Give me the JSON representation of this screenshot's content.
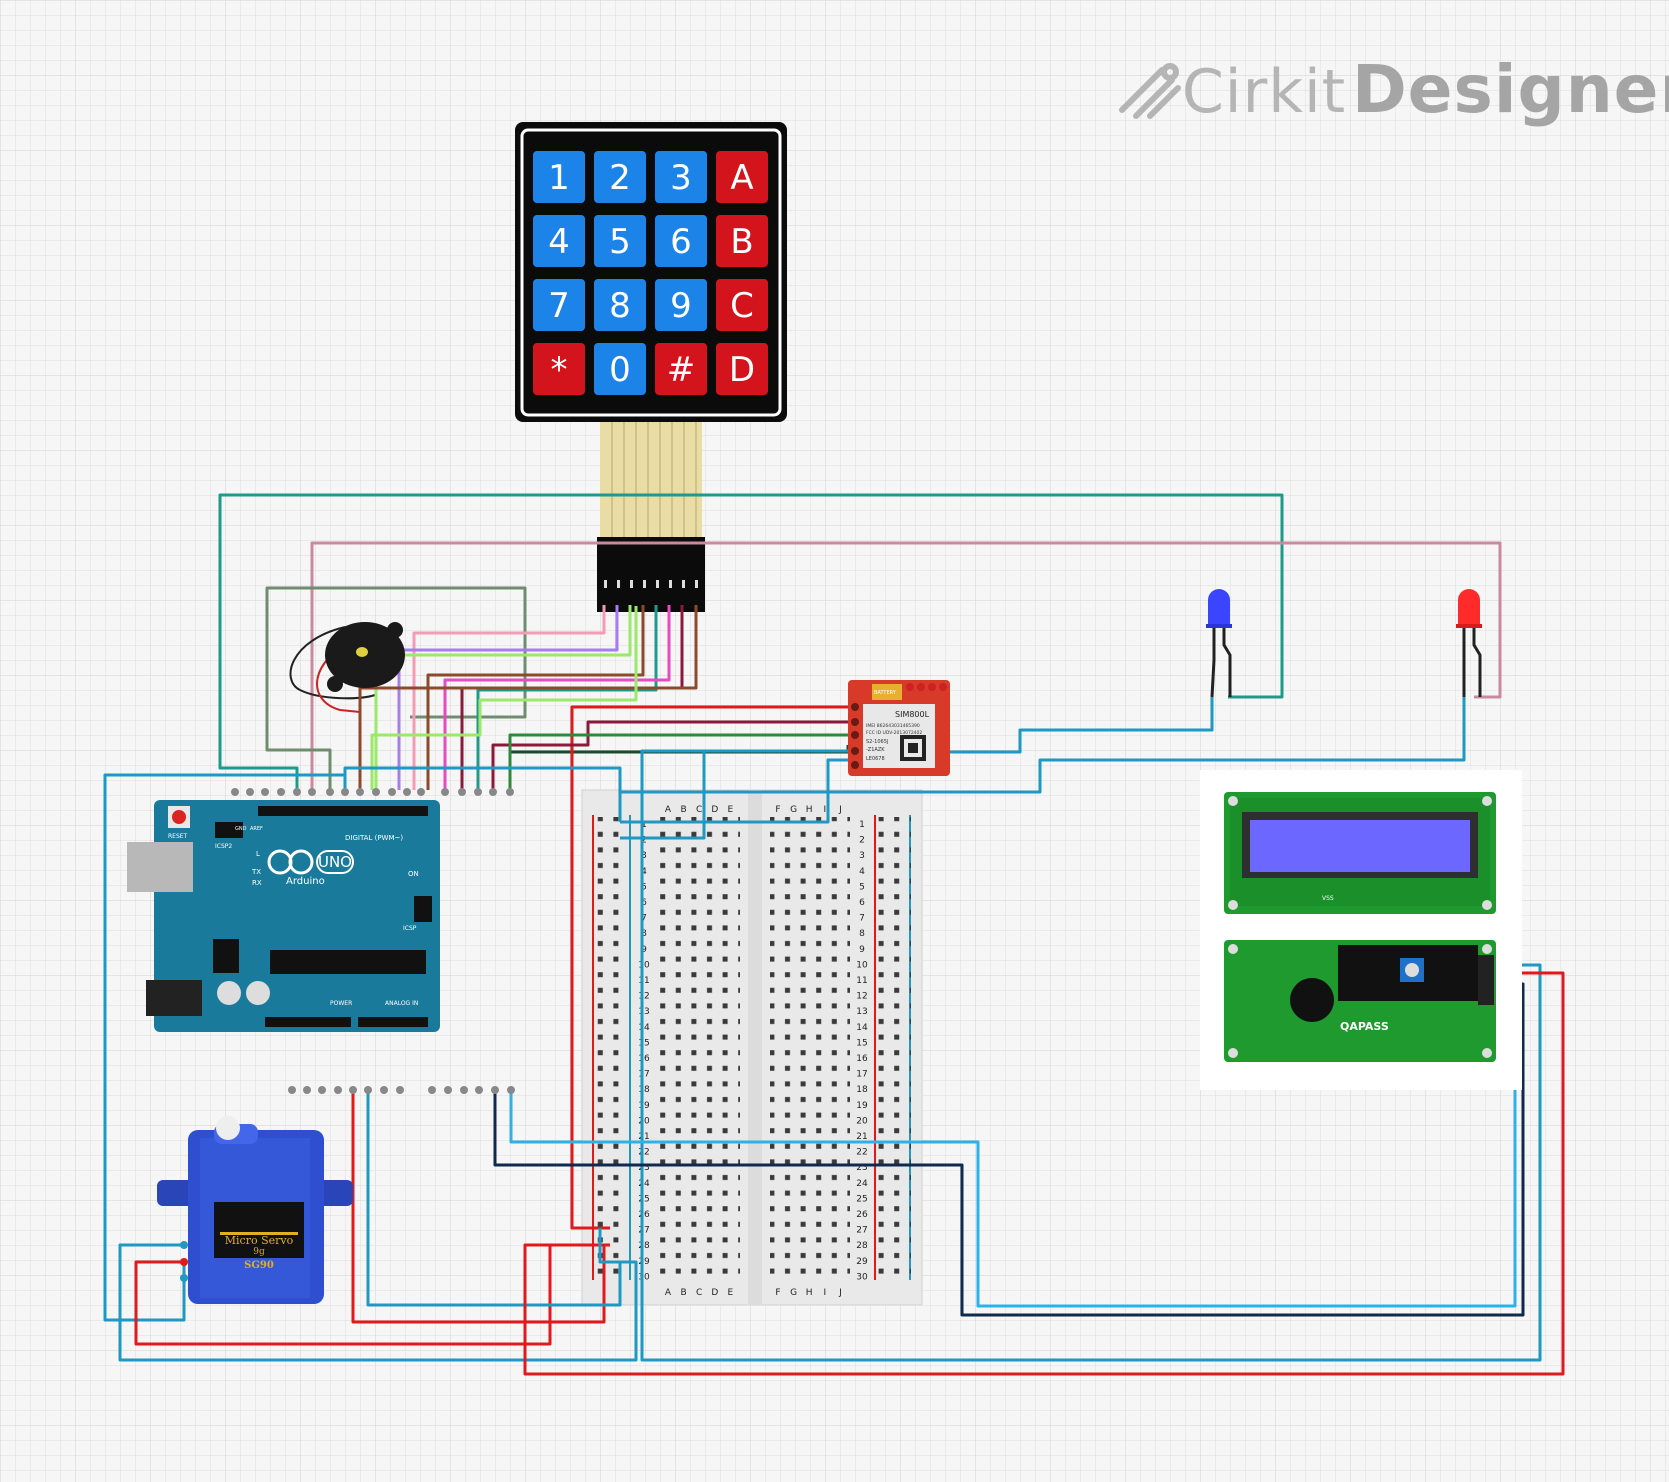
{
  "brand": {
    "name_part1": "Cirkit",
    "name_part2": "Designer"
  },
  "keypad": {
    "keys": [
      "1",
      "2",
      "3",
      "A",
      "4",
      "5",
      "6",
      "B",
      "7",
      "8",
      "9",
      "C",
      "*",
      "0",
      "#",
      "D"
    ],
    "colors": {
      "digit": "#1c84e8",
      "letter": "#d3141c",
      "body": "#0b0b0b"
    }
  },
  "arduino": {
    "reset_label": "RESET",
    "icsp2_label": "ICSP2",
    "digital_label": "DIGITAL (PWM~)",
    "brand_label": "Arduino",
    "model_label": "UNO",
    "tx_label": "TX",
    "rx_label": "RX",
    "on_label": "ON",
    "l_label": "L",
    "power_label": "POWER",
    "analog_label": "ANALOG IN",
    "icsp_label": "ICSP",
    "aref_label": "AREF",
    "gnd_label": "GND",
    "color": "#1a7a9c"
  },
  "sim_module": {
    "chip_label": "SIM800L",
    "lines": [
      "IMEI 862643031465390",
      "FCC ID UDV-2013072402",
      "S2-1065J",
      "-Z1AZK",
      "LE0678"
    ],
    "battery_label": "BATTERY"
  },
  "servo": {
    "label_line1": "Micro Servo",
    "label_line2": "9g",
    "label_line3": "SG90"
  },
  "lcd": {
    "backpack_label": "QAPASS",
    "pins_label": "VSS",
    "module_color": "#1f9a2f",
    "screen_color": "#6b67ff"
  },
  "breadboard": {
    "columns_left": [
      "A",
      "B",
      "C",
      "D",
      "E"
    ],
    "columns_right": [
      "F",
      "G",
      "H",
      "I",
      "J"
    ],
    "rows": [
      "1",
      "2",
      "3",
      "4",
      "5",
      "6",
      "7",
      "8",
      "9",
      "10",
      "11",
      "12",
      "13",
      "14",
      "15",
      "16",
      "17",
      "18",
      "19",
      "20",
      "21",
      "22",
      "23",
      "24",
      "25",
      "26",
      "27",
      "28",
      "29",
      "30"
    ]
  },
  "leds": {
    "blue": "#3b45ff",
    "red": "#ff2a2a"
  },
  "wires": {
    "teal": "#1d9a8a",
    "pink": "#c98a9e",
    "red": "#e0191f",
    "blue": "#1f98c4",
    "light_blue": "#2bb2e8",
    "navy": "#0f2a4e",
    "olive": "#6f8c6f",
    "brown": "#8b4a2b",
    "green": "#2c8a3a",
    "purple": "#a67cf0",
    "magenta": "#e74bc4",
    "maroon": "#8b1a3a",
    "lime": "#9be86a",
    "dark_green": "#1b4a2c"
  }
}
